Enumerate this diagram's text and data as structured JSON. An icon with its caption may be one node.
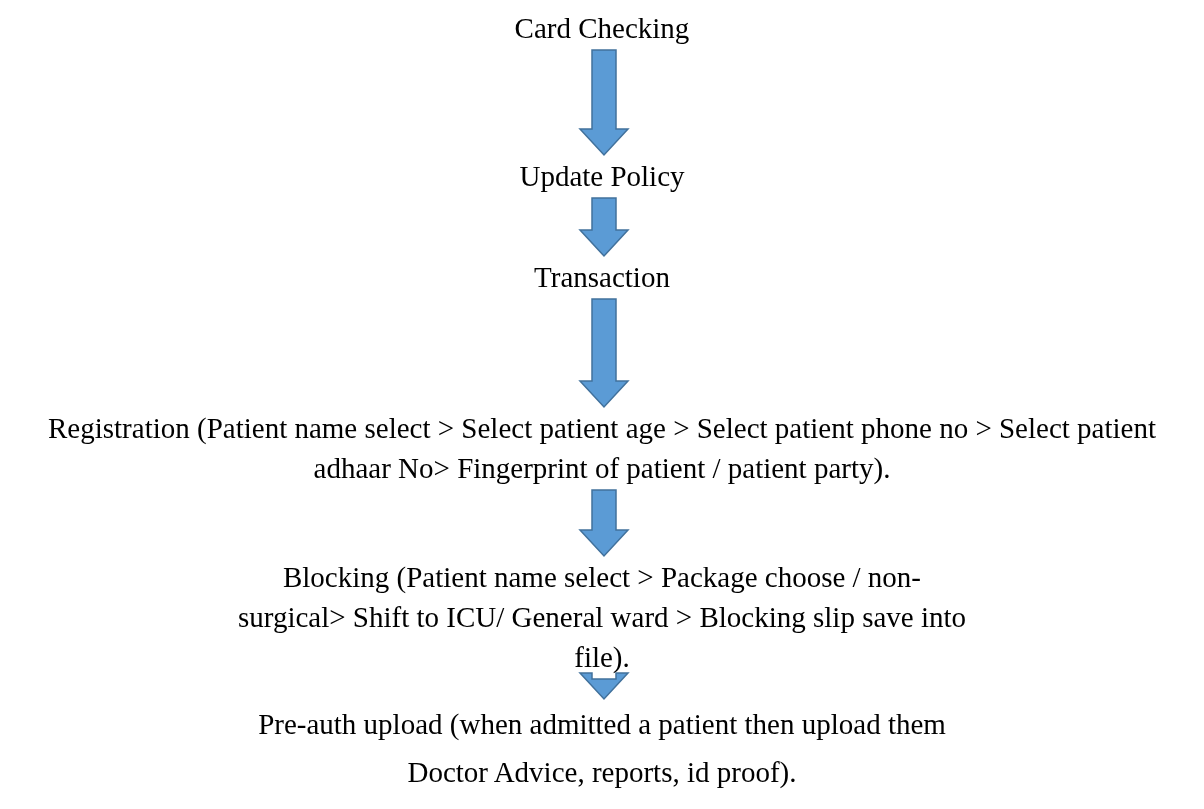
{
  "diagram": {
    "nodes": [
      {
        "text": [
          "Card Checking"
        ]
      },
      {
        "text": [
          "Update Policy"
        ]
      },
      {
        "text": [
          "Transaction"
        ]
      },
      {
        "text": [
          "Registration (Patient name select > Select patient age > Select patient phone no > Select patient adhaar No> Fingerprint of patient / patient party)."
        ]
      },
      {
        "text": [
          "Blocking (Patient name select > Package choose / non-surgical> Shift to ICU/ General ward > Blocking slip save into file)."
        ]
      },
      {
        "text": [
          "Pre-auth upload (when admitted a patient then upload them Doctor Advice, reports, id proof)."
        ]
      }
    ],
    "edges": [
      {
        "from": 0,
        "to": 1,
        "arrow": "to"
      },
      {
        "from": 1,
        "to": 2,
        "arrow": "to"
      },
      {
        "from": 2,
        "to": 3,
        "arrow": "to"
      },
      {
        "from": 3,
        "to": 4,
        "arrow": "to"
      },
      {
        "from": 4,
        "to": 5,
        "arrow": "to"
      }
    ]
  }
}
